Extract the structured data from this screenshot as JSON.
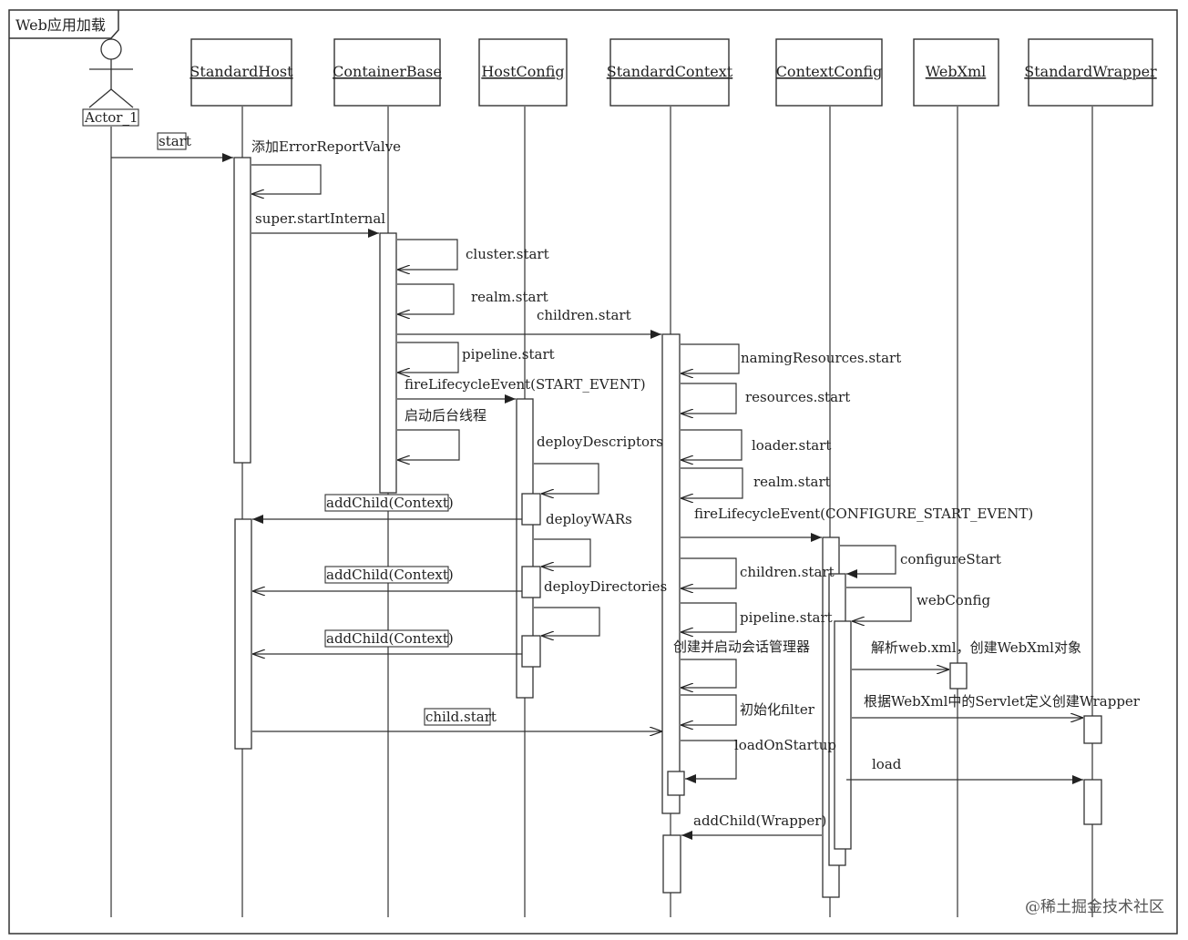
{
  "frame_title": "Web应用加载",
  "actor": {
    "label": "Actor_1"
  },
  "participants": [
    {
      "id": "host",
      "label": "StandardHost"
    },
    {
      "id": "cbase",
      "label": "ContainerBase"
    },
    {
      "id": "hcfg",
      "label": "HostConfig"
    },
    {
      "id": "sctx",
      "label": "StandardContext"
    },
    {
      "id": "ccfg",
      "label": "ContextConfig"
    },
    {
      "id": "wxml",
      "label": "WebXml"
    },
    {
      "id": "swrap",
      "label": "StandardWrapper"
    }
  ],
  "messages": [
    {
      "label": "start",
      "boxed": true
    },
    {
      "label": "添加ErrorReportValve"
    },
    {
      "label": "super.startInternal"
    },
    {
      "label": "cluster.start"
    },
    {
      "label": "realm.start"
    },
    {
      "label": "children.start"
    },
    {
      "label": "pipeline.start"
    },
    {
      "label": "fireLifecycleEvent(START_EVENT)"
    },
    {
      "label": "启动后台线程"
    },
    {
      "label": "deployDescriptors"
    },
    {
      "label": "addChild(Context)",
      "boxed": true
    },
    {
      "label": "deployWARs"
    },
    {
      "label": "addChild(Context)",
      "boxed": true
    },
    {
      "label": "deployDirectories"
    },
    {
      "label": "addChild(Context)",
      "boxed": true
    },
    {
      "label": "child.start",
      "boxed": true
    },
    {
      "label": "namingResources.start"
    },
    {
      "label": "resources.start"
    },
    {
      "label": "loader.start"
    },
    {
      "label": "realm.start"
    },
    {
      "label": "fireLifecycleEvent(CONFIGURE_START_EVENT)"
    },
    {
      "label": "configureStart"
    },
    {
      "label": "children.start"
    },
    {
      "label": "webConfig"
    },
    {
      "label": "pipeline.start"
    },
    {
      "label": "创建并启动会话管理器"
    },
    {
      "label": "解析web.xml，创建WebXml对象"
    },
    {
      "label": "初始化filter"
    },
    {
      "label": "根据WebXml中的Servlet定义创建Wrapper"
    },
    {
      "label": "loadOnStartup"
    },
    {
      "label": "load"
    },
    {
      "label": "addChild(Wrapper)"
    }
  ],
  "watermark": "@稀土掘金技术社区"
}
